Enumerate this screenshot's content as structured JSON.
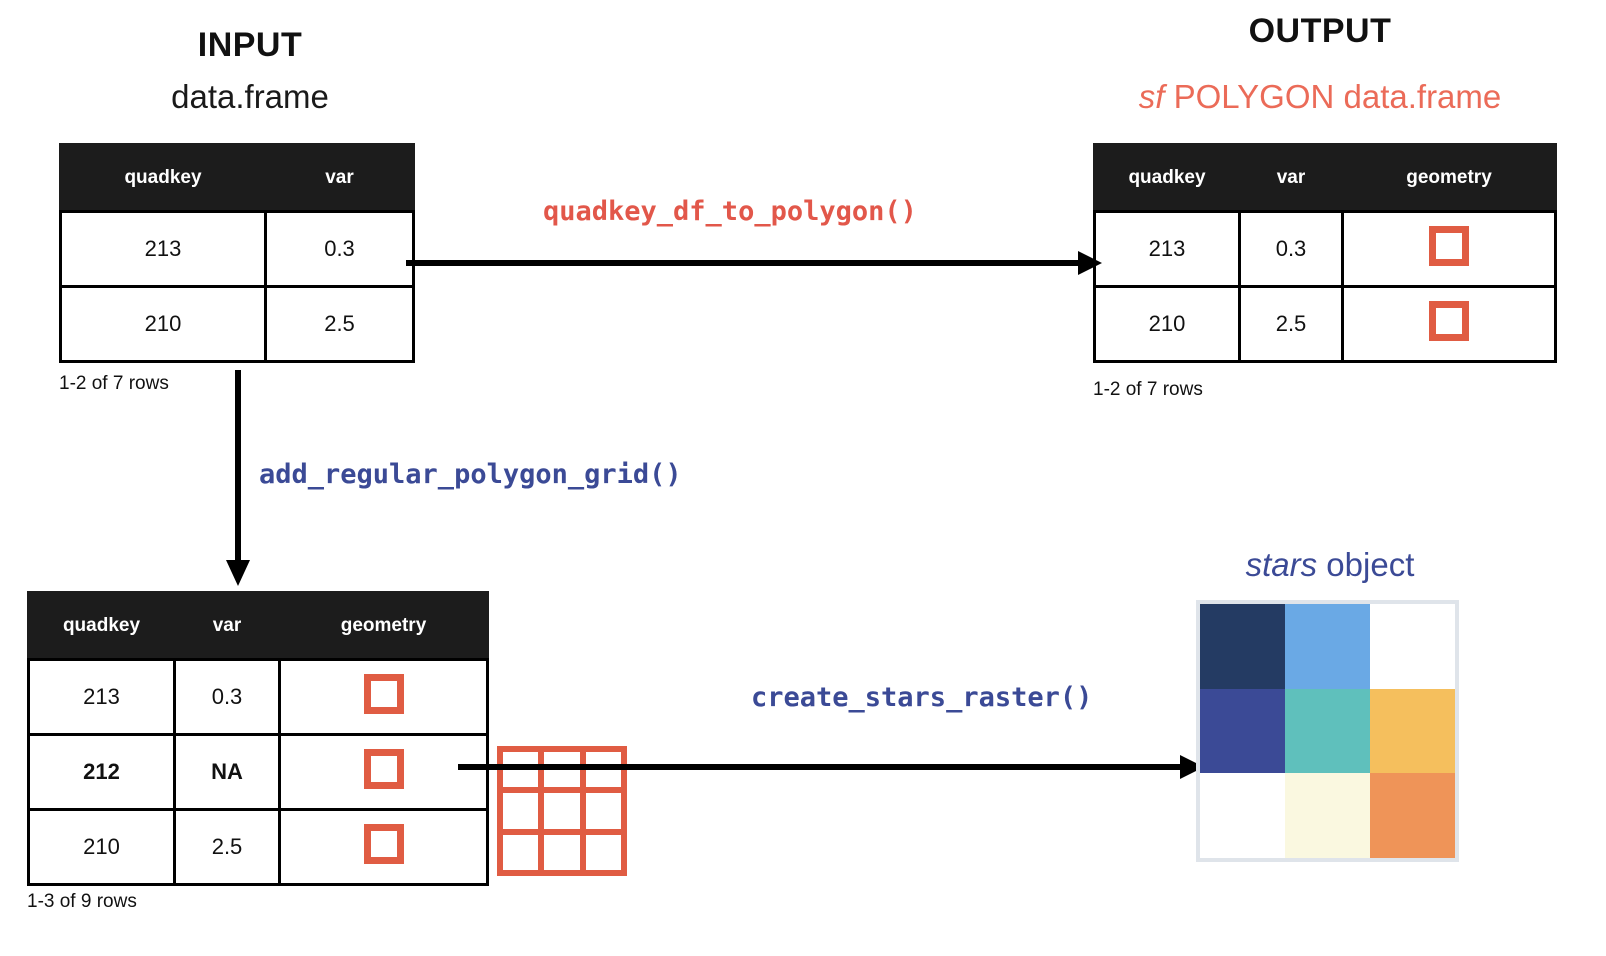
{
  "input": {
    "title": "INPUT",
    "subtitle": "data.frame",
    "columns": [
      "quadkey",
      "var"
    ],
    "rows": [
      {
        "quadkey": "213",
        "var": "0.3",
        "bold": false
      },
      {
        "quadkey": "210",
        "var": "2.5",
        "bold": false
      }
    ],
    "rows_note": "1-2 of 7 rows"
  },
  "output": {
    "title": "OUTPUT",
    "subtitle_emphasis": "sf",
    "subtitle_rest": " POLYGON data.frame",
    "columns": [
      "quadkey",
      "var",
      "geometry"
    ],
    "rows": [
      {
        "quadkey": "213",
        "var": "0.3",
        "geometry": "polygon-square-icon",
        "bold": false
      },
      {
        "quadkey": "210",
        "var": "2.5",
        "geometry": "polygon-square-icon",
        "bold": false
      }
    ],
    "rows_note": "1-2 of 7 rows"
  },
  "grid_table": {
    "columns": [
      "quadkey",
      "var",
      "geometry"
    ],
    "rows": [
      {
        "quadkey": "213",
        "var": "0.3",
        "geometry": "polygon-square-icon",
        "bold": false
      },
      {
        "quadkey": "212",
        "var": "NA",
        "geometry": "polygon-square-icon",
        "bold": true
      },
      {
        "quadkey": "210",
        "var": "2.5",
        "geometry": "polygon-square-icon",
        "bold": false
      }
    ],
    "rows_note": "1-3 of 9 rows"
  },
  "functions": {
    "quadkey_df_to_polygon": "quadkey_df_to_polygon()",
    "add_regular_polygon_grid": "add_regular_polygon_grid()",
    "create_stars_raster": "create_stars_raster()"
  },
  "stars": {
    "title_emphasis": "stars",
    "title_rest": " object"
  },
  "chart_data": {
    "type": "heatmap",
    "title": "stars object",
    "rows": 3,
    "cols": 3,
    "cells": [
      [
        "#243b63",
        "#6aa9e5",
        "#ffffff"
      ],
      [
        "#3b4a96",
        "#5fc0bc",
        "#f5bf5d"
      ],
      [
        "#ffffff",
        "#faf8e0",
        "#ef9458"
      ]
    ],
    "legend": "none",
    "grid": false
  },
  "colors": {
    "accent_orange": "#e05c43",
    "accent_red": "#e2574a",
    "subtitle_red": "#eb6b58",
    "accent_navy": "#3b4a96",
    "header_black": "#1c1c1c",
    "raster_border": "#dfe4ea"
  }
}
